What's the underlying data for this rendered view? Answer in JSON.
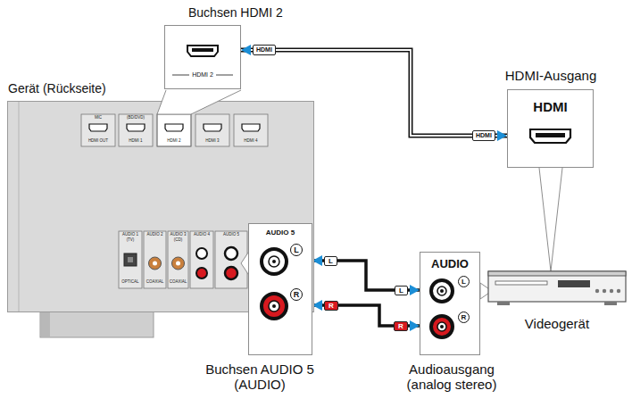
{
  "diagram": {
    "nodes": [
      {
        "text": [
          "Buchsen HDMI 2",
          "HDMI 2"
        ]
      },
      {
        "text": [
          "Gerät (Rückseite)"
        ]
      },
      {
        "text": [
          "HDMI-Ausgang",
          "HDMI"
        ]
      },
      {
        "text": [
          "Buchsen AUDIO 5 (AUDIO)",
          "AUDIO 5",
          "L",
          "R"
        ]
      },
      {
        "text": [
          "Audioausgang (analog stereo)",
          "AUDIO",
          "L",
          "R"
        ]
      },
      {
        "text": [
          "Videogerät"
        ]
      }
    ],
    "edges": [
      {
        "from": 2,
        "to": 0,
        "arrow": "both"
      },
      {
        "from": 4,
        "to": 3,
        "arrow": "both"
      },
      {
        "from": 4,
        "to": 3,
        "arrow": "both"
      }
    ],
    "labels": [
      "MIC",
      "HDMI OUT",
      "(BD/DVD)",
      "HDMI 1",
      "HDMI 2",
      "HDMI 3",
      "HDMI 4",
      "AUDIO 1",
      "(TV)",
      "AUDIO 2",
      "AUDIO 3",
      "(CD)",
      "AUDIO 4",
      "AUDIO 5",
      "OPTICAL",
      "COAXIAL",
      "COAXIAL",
      "HDMI",
      "HDMI",
      "L",
      "R",
      "L",
      "R"
    ]
  }
}
